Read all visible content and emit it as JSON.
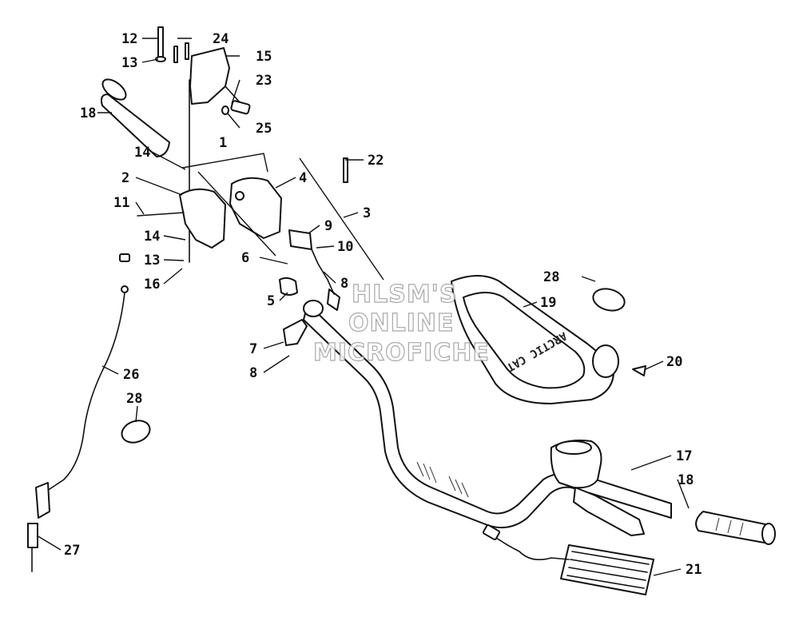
{
  "diagram": {
    "watermark": {
      "line1": "HLSM'S",
      "line2": "ONLINE",
      "line3": "MICROFICHE"
    },
    "callouts": {
      "c1": "1",
      "c2": "2",
      "c3": "3",
      "c4": "4",
      "c5": "5",
      "c6": "6",
      "c7": "7",
      "c8a": "8",
      "c8b": "8",
      "c9": "9",
      "c10": "10",
      "c11": "11",
      "c12": "12",
      "c13a": "13",
      "c13b": "13",
      "c14a": "14",
      "c14b": "14",
      "c15": "15",
      "c16": "16",
      "c17": "17",
      "c18a": "18",
      "c18b": "18",
      "c19": "19",
      "c20": "20",
      "c21": "21",
      "c22": "22",
      "c23": "23",
      "c24": "24",
      "c25": "25",
      "c26": "26",
      "c27": "27",
      "c28a": "28",
      "c28b": "28"
    }
  }
}
